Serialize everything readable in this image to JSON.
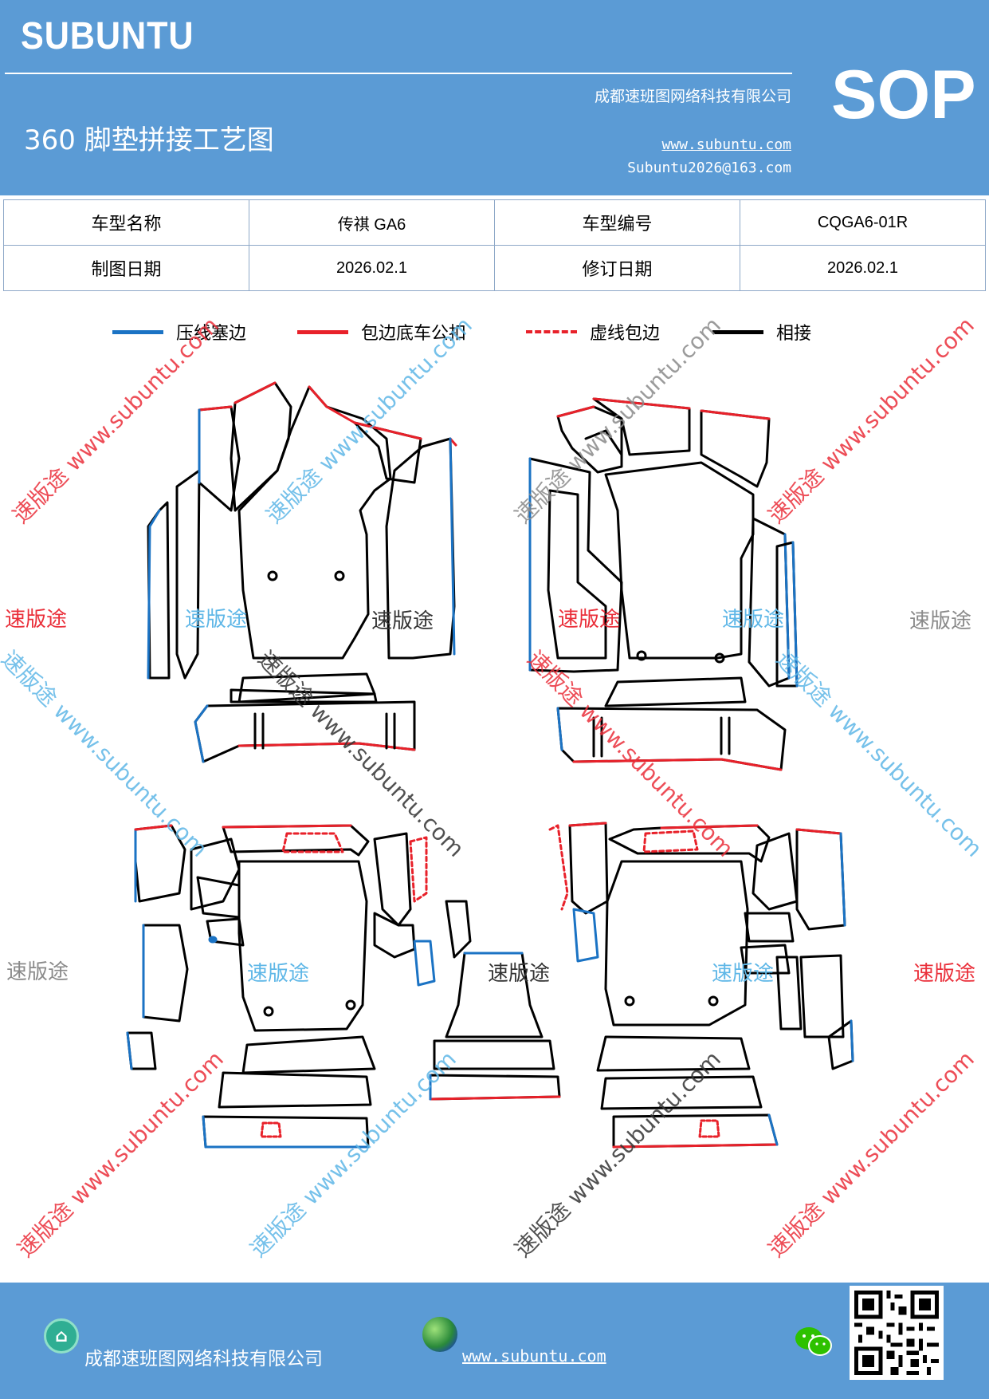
{
  "header": {
    "brand": "SUBUNTU",
    "badge": "SOP",
    "company": "成都速班图网络科技有限公司",
    "title": "360 脚垫拼接工艺图",
    "website": "www.subuntu.com",
    "email": "Subuntu2026@163.com"
  },
  "info": {
    "row1": {
      "label1": "车型名称",
      "value1": "传祺 GA6",
      "label2": "车型编号",
      "value2": "CQGA6-01R"
    },
    "row2": {
      "label1": "制图日期",
      "value1": "2026.02.1",
      "label2": "修订日期",
      "value2": "2026.02.1"
    }
  },
  "legend": [
    {
      "label": "压线塞边",
      "color": "#1b73c4",
      "style": "solid"
    },
    {
      "label": "包边底车公扣",
      "color": "#e8212a",
      "style": "solid"
    },
    {
      "label": "虚线包边",
      "color": "#e8212a",
      "style": "dotted"
    },
    {
      "label": "相接",
      "color": "#000000",
      "style": "solid"
    }
  ],
  "watermarks": {
    "short": "速版途",
    "long": "速版途 www.subuntu.com",
    "url_only": "www.subuntu.com"
  },
  "footer": {
    "company": "成都速班图网络科技有限公司",
    "url": "www.subuntu.com",
    "home_icon": "home-icon",
    "globe_icon": "globe-icon",
    "wechat_icon": "wechat-icon",
    "qr": "qr-code"
  },
  "colors": {
    "header_bg": "#5b9bd5",
    "blue_edge": "#1b73c4",
    "red_edge": "#e8212a",
    "outline": "#000000"
  }
}
